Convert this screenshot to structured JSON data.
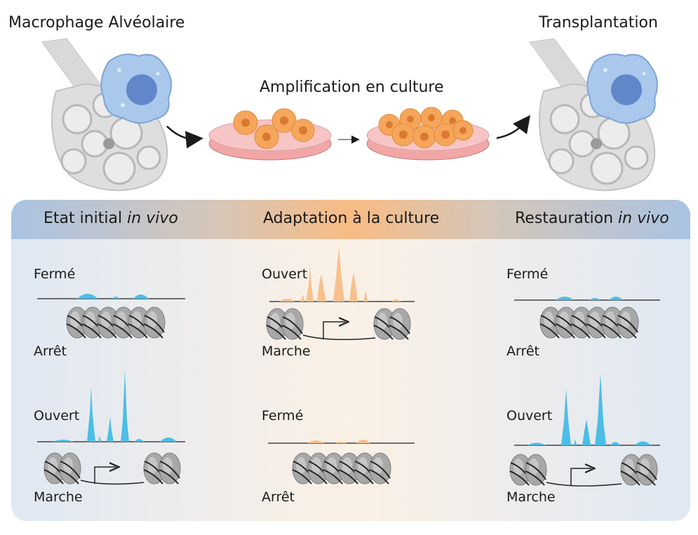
{
  "top": {
    "left_title": "Macrophage Alvéolaire",
    "center_title": "Amplification en culture",
    "right_title": "Transplantation"
  },
  "panel": {
    "col1_header": "Etat initial",
    "col1_header_italic": "in vivo",
    "col2_header": "Adaptation à la culture",
    "col3_header": "Restauration",
    "col3_header_italic": "in vivo"
  },
  "states": {
    "closed": "Fermé",
    "open": "Ouvert",
    "off": "Arrêt",
    "on": "Marche"
  },
  "colors": {
    "blue_peak": "#4bbde6",
    "orange_peak": "#f8c08e",
    "nucleosome": "#a8a8a8",
    "dish": "#f2a7a7",
    "cell": "#f6a65a",
    "macrophage": "#a9c8ec"
  }
}
